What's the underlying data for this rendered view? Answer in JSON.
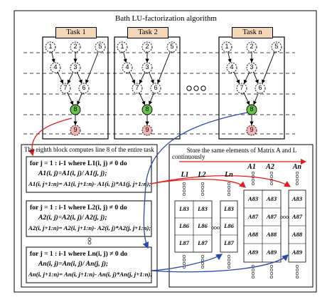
{
  "title": "Bath LU-factorization algorithm",
  "tasks": [
    "Task 1",
    "Task 2",
    "Task n"
  ],
  "task_nodes": [
    "1",
    "2",
    "5",
    "4",
    "3",
    "7",
    "6",
    "8",
    "9"
  ],
  "ellipsis_tasks": "○○○",
  "left_panel": {
    "caption": "The eighth block computes line 8 of the entire task",
    "blocks": [
      {
        "line1": "for j = 1 : i-1 where L1(i, j) ≠ 0 do",
        "line2": "A1(i, j)=A1(i, j)/ A1(j, j);",
        "line3": "A1(i, j+1:n)= A1(i, j+1:n)- A1(i, j)*A1(j, j+1:n);"
      },
      {
        "line1": "for j = 1 : i-1 where L2(i, j) ≠ 0 do",
        "line2": "A2(i, j)=A2(i, j)/ A2(j, j);",
        "line3": "A2(i, j+1:n)= A2(i, j+1:n)- A2(i, j)*A2(j, j+1:n);"
      },
      {
        "line1": "for j = 1 : i-1 where Ln(i, j) ≠ 0 do",
        "line2": "An(i, j)=An(i, j)/ An(j, j);",
        "line3": "An(i, j+1:n)= An(i, j+1:n)- An(i, j)*An(j, j+1:n);"
      }
    ]
  },
  "right_panel": {
    "caption_line1": "Store the same elements of Matrix A and L",
    "caption_line2": "continuously",
    "L_headers": [
      "L1",
      "L2",
      "Ln"
    ],
    "A_headers": [
      "A1",
      "A2",
      "An"
    ],
    "L_cells": [
      "L83",
      "L83",
      "L86",
      "L86",
      "L87",
      "L87",
      "L83",
      "L86",
      "L87"
    ],
    "A_cells": [
      "A83",
      "A83",
      "A87",
      "A87",
      "A88",
      "A88",
      "A89",
      "A89",
      "A83",
      "A87",
      "A88",
      "A89"
    ],
    "ellipsis": "ooo"
  },
  "colors": {
    "green_node": "#6cc24a",
    "red_node": "#f4b4b4",
    "red_arrow": "#e02020",
    "blue_arrow": "#2a4aa8"
  }
}
